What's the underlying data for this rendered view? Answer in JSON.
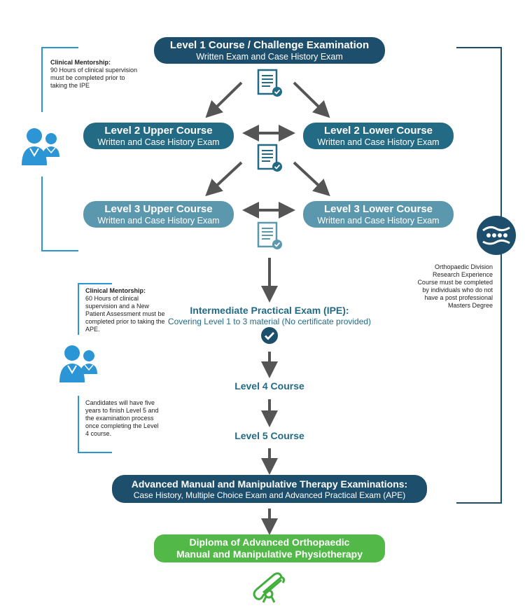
{
  "level1": {
    "title": "Level 1 Course / Challenge Examination",
    "subtitle": "Written Exam and Case History Exam"
  },
  "level2_upper": {
    "title": "Level 2 Upper Course",
    "subtitle": "Written and Case History Exam"
  },
  "level2_lower": {
    "title": "Level 2 Lower Course",
    "subtitle": "Written and Case History Exam"
  },
  "level3_upper": {
    "title": "Level 3 Upper Course",
    "subtitle": "Written and Case History Exam"
  },
  "level3_lower": {
    "title": "Level 3 Lower Course",
    "subtitle": "Written and Case History Exam"
  },
  "ipe": {
    "title": "Intermediate Practical Exam (IPE):",
    "subtitle": "Covering Level 1 to 3 material (No certificate provided)"
  },
  "level4": {
    "title": "Level 4 Course"
  },
  "level5": {
    "title": "Level 5 Course"
  },
  "advanced": {
    "title": "Advanced Manual and Manipulative Therapy Examinations:",
    "subtitle": "Case History, Multiple Choice Exam and Advanced Practical Exam (APE)"
  },
  "diploma": {
    "line1": "Diploma of Advanced Orthopaedic",
    "line2": "Manual and Manipulative Physiotherapy"
  },
  "mentorship1": {
    "heading": "Clinical Mentorship:",
    "body": "90 Hours of clinical supervision must be completed prior to taking the IPE"
  },
  "mentorship2": {
    "heading": "Clinical Mentorship:",
    "body": "60 Hours of clinical supervision and a New Patient Assessment must be completed prior to taking the APE."
  },
  "candidates_note": "Candidates will have five years to finish Level 5 and the examination process once completing the Level 4 course.",
  "research_note": "Orthopaedic Division Research Experience Course must be completed by individuals who do not have a post professional Masters Degree",
  "colors": {
    "navy": "#1d4e6b",
    "teal": "#236b85",
    "light_teal": "#5b98ad",
    "green": "#52b848",
    "blue_line": "#2b95d6",
    "arrow": "#555555"
  },
  "icons": [
    "document-check-icon",
    "people-icon",
    "spine-hands-icon",
    "check-circle-icon",
    "diploma-scroll-icon"
  ]
}
